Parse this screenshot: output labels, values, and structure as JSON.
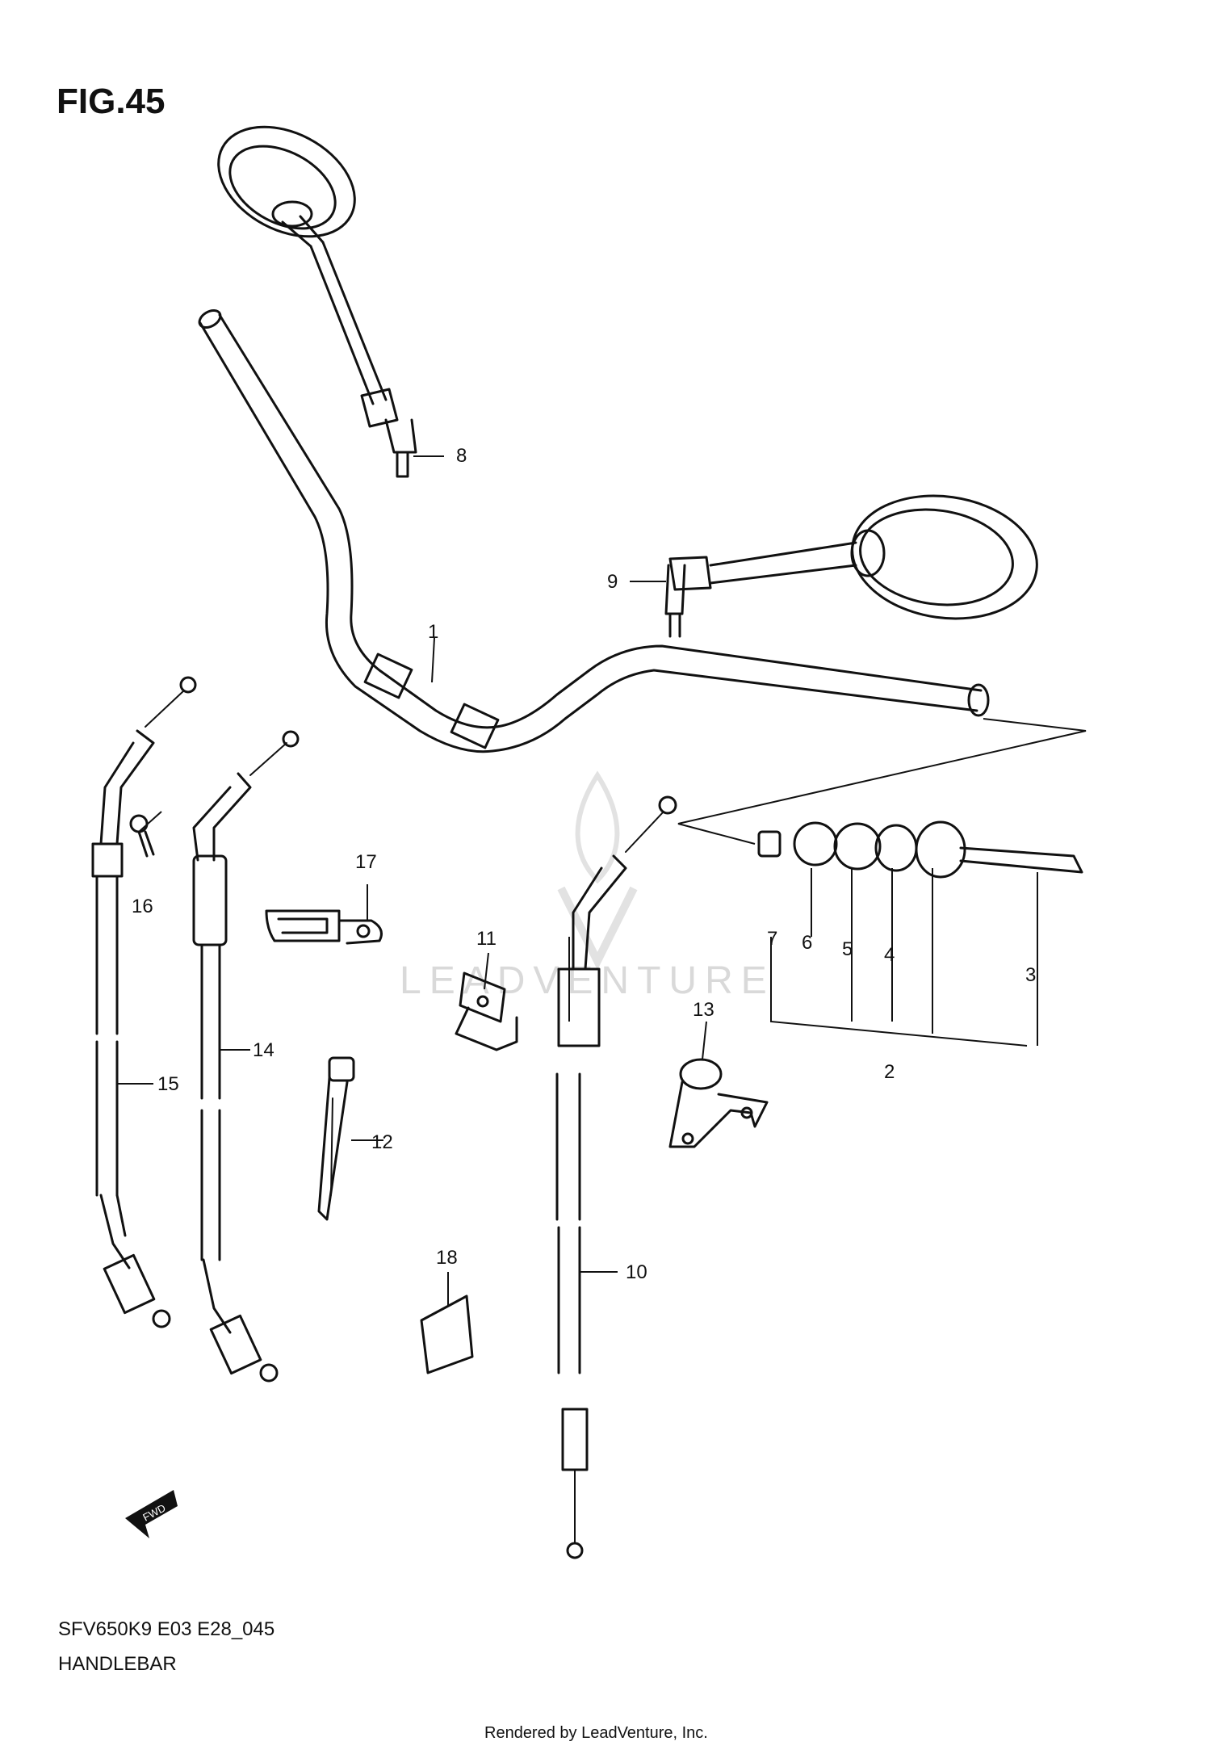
{
  "figure": {
    "title": "FIG.45"
  },
  "footer": {
    "model_code": "SFV650K9 E03 E28_045",
    "section_name": "HANDLEBAR"
  },
  "credit": "Rendered by LeadVenture, Inc.",
  "watermark": "LEADVENTURE",
  "fwd_label": "FWD",
  "callouts": [
    "1",
    "2",
    "3",
    "4",
    "5",
    "6",
    "7",
    "8",
    "9",
    "10",
    "11",
    "12",
    "13",
    "14",
    "15",
    "16",
    "17",
    "18"
  ]
}
